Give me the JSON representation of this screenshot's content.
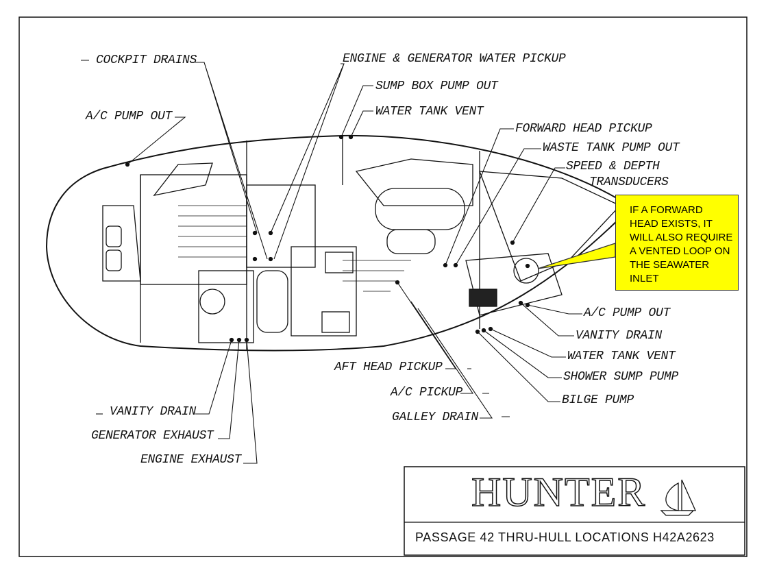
{
  "labels": {
    "cockpit_drains": "COCKPIT DRAINS",
    "engine_generator_water_pickup": "ENGINE & GENERATOR WATER PICKUP",
    "sump_box_pump_out": "SUMP BOX PUMP OUT",
    "water_tank_vent_top": "WATER TANK VENT",
    "ac_pump_out_left": "A/C PUMP OUT",
    "forward_head_pickup": "FORWARD HEAD PICKUP",
    "waste_tank_pump_out": "WASTE TANK PUMP OUT",
    "speed_depth": "SPEED & DEPTH",
    "transducers": "TRANSDUCERS",
    "ac_pump_out_right": "A/C PUMP OUT",
    "vanity_drain_right": "VANITY DRAIN",
    "water_tank_vent_bottom": "WATER TANK VENT",
    "shower_sump_pump": "SHOWER SUMP PUMP",
    "bilge_pump": "BILGE PUMP",
    "aft_head_pickup": "AFT HEAD PICKUP",
    "ac_pickup": "A/C PICKUP",
    "galley_drain": "GALLEY DRAIN",
    "vanity_drain_left": "VANITY DRAIN",
    "generator_exhaust": "GENERATOR EXHAUST",
    "engine_exhaust": "ENGINE EXHAUST"
  },
  "callout": {
    "lines": [
      "IF A FORWARD",
      "HEAD EXISTS, IT",
      "WILL ALSO REQUIRE",
      "A VENTED LOOP ON",
      "THE SEAWATER",
      "INLET"
    ],
    "color": "#ffff00"
  },
  "title_block": {
    "logo": "HUNTER",
    "title": "PASSAGE 42 THRU-HULL LOCATIONS H42A2623"
  }
}
